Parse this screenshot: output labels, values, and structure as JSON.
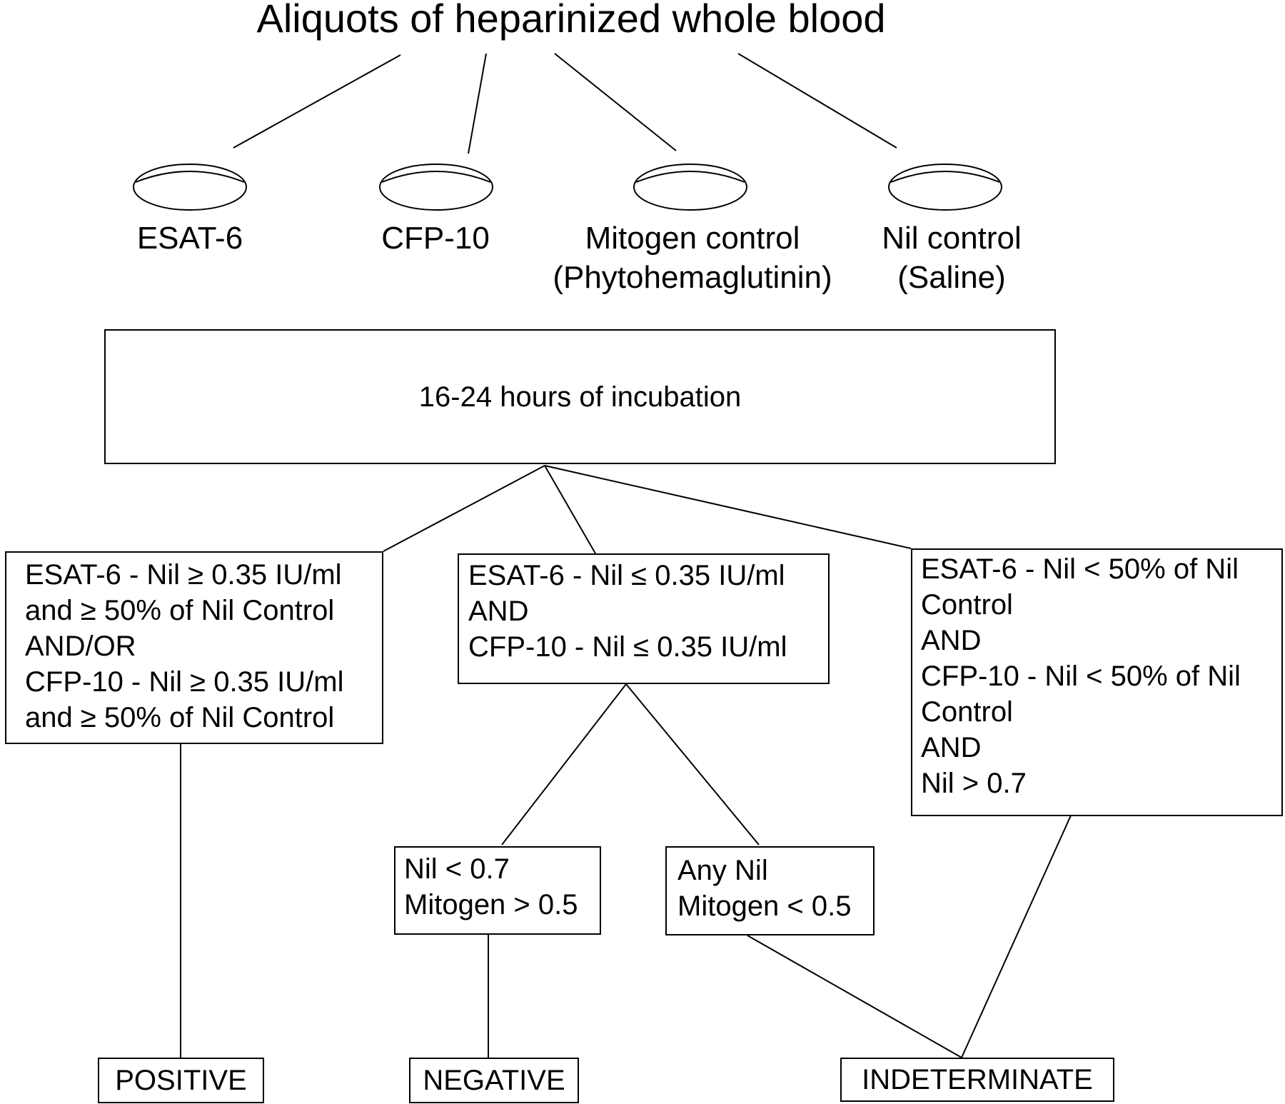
{
  "title": "Aliquots of heparinized whole blood",
  "tubes": [
    {
      "label": "ESAT-6",
      "sublabel": ""
    },
    {
      "label": "CFP-10",
      "sublabel": ""
    },
    {
      "label": "Mitogen control",
      "sublabel": "(Phytohemaglutinin)"
    },
    {
      "label": "Nil control",
      "sublabel": "(Saline)"
    }
  ],
  "incubation": "16-24 hours of incubation",
  "criteria": {
    "positive": "ESAT-6 - Nil ≥ 0.35 IU/ml\nand ≥ 50% of Nil Control\nAND/OR\nCFP-10 - Nil ≥ 0.35 IU/ml\nand ≥ 50% of Nil Control",
    "negative_branch": "ESAT-6 - Nil ≤ 0.35 IU/ml\nAND\nCFP-10 - Nil ≤ 0.35 IU/ml",
    "indeterminate": "ESAT-6 - Nil < 50% of Nil\nControl\nAND\nCFP-10 - Nil < 50% of Nil\nControl\nAND\nNil > 0.7"
  },
  "sub_criteria": {
    "negative": "Nil < 0.7\nMitogen > 0.5",
    "indeterminate": "Any Nil\nMitogen < 0.5"
  },
  "outcomes": {
    "positive": "POSITIVE",
    "negative": "NEGATIVE",
    "indeterminate": "INDETERMINATE"
  }
}
